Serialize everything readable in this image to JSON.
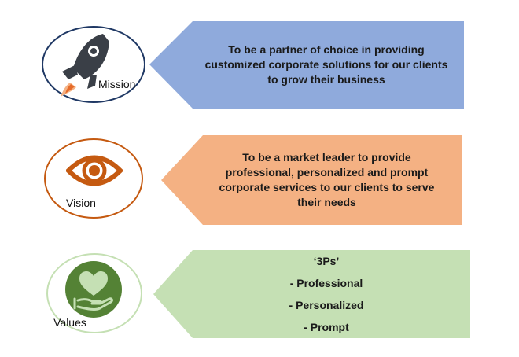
{
  "items": [
    {
      "label": "Mission",
      "icon": "rocket-icon",
      "text": "To  be a partner of choice in providing customized corporate solutions for our clients to grow their business",
      "color": "#8faadc",
      "ring": "#1f3864"
    },
    {
      "label": "Vision",
      "icon": "eye-icon",
      "text": "To be a market leader to provide professional, personalized and prompt corporate services to our clients to serve their needs",
      "color": "#f4b183",
      "ring": "#c55a11"
    },
    {
      "label": "Values",
      "icon": "heart-in-hand-icon",
      "lines": [
        "‘3Ps’",
        "- Professional",
        "- Personalized",
        "- Prompt"
      ],
      "color": "#c5e0b4",
      "ring": "#c5e0b4"
    }
  ]
}
